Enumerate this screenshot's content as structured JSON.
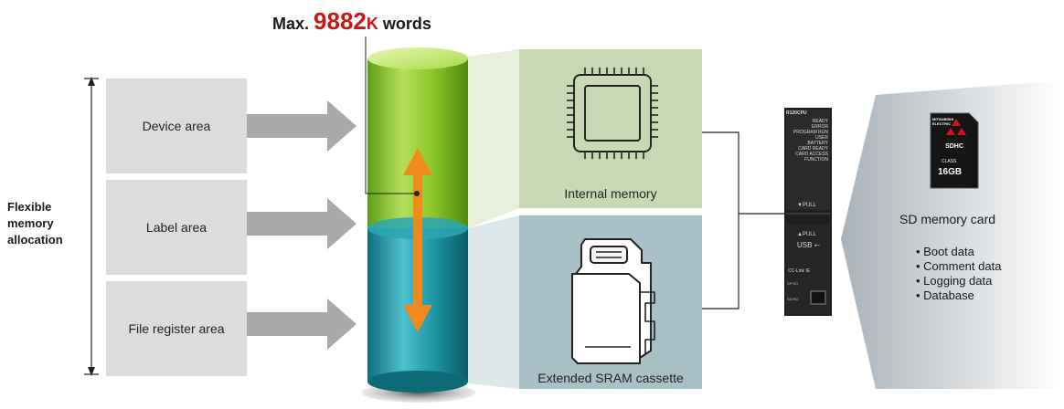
{
  "title": {
    "prefix": "Max. ",
    "value": "9882",
    "unit": "K",
    "suffix": " words"
  },
  "flexible_label": "Flexible memory allocation",
  "areas": [
    {
      "label": "Device area"
    },
    {
      "label": "Label area"
    },
    {
      "label": "File register area"
    }
  ],
  "internal_memory": {
    "label": "Internal memory"
  },
  "sram_cassette": {
    "label": "Extended SRAM cassette"
  },
  "cpu": {
    "model": "R120CPU",
    "leds": [
      "READY",
      "ERROR",
      "PROGRAM RUN",
      "USER",
      "BATTERY",
      "CARD READY",
      "CARD ACCESS",
      "FUNCTION"
    ],
    "pull_top": "▼PULL",
    "pull_bottom": "▲PULL",
    "usb": "USB",
    "network": "CC-Link IE",
    "ports": [
      "SP/SD",
      "SD/RD"
    ]
  },
  "sd_card": {
    "title": "SD memory card",
    "brand": "MITSUBISHI ELECTRIC",
    "capacity": "16GB",
    "class_label": "CLASS",
    "items": [
      "Boot data",
      "Comment data",
      "Logging data",
      "Database"
    ]
  },
  "colors": {
    "accent_red": "#cc1517",
    "arrow_orange": "#f08a1c",
    "green_panel": "#c9d8b4",
    "blue_panel": "#a9c0c6",
    "cylinder_green": "#7fbf1e",
    "cylinder_teal": "#1d8f9c"
  }
}
